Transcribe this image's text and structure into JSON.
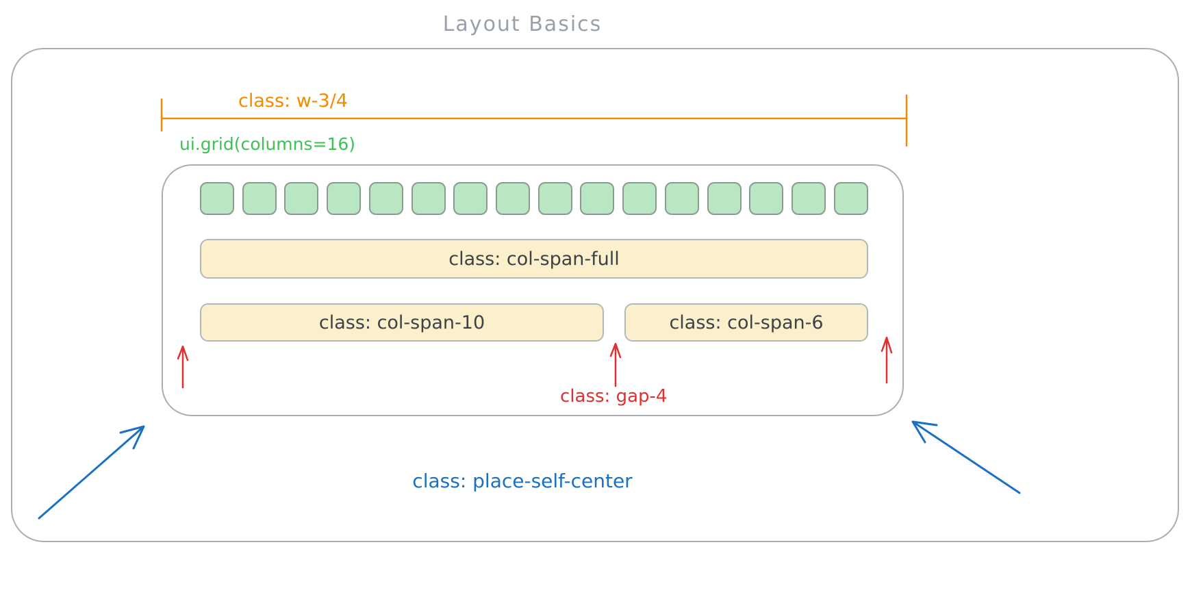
{
  "title": "Layout Basics",
  "colors": {
    "stroke_gray": "#a9aeb5",
    "title_gray": "#98a1ab",
    "orange": "#f08c00",
    "green": "#40c057",
    "red": "#e03131",
    "blue": "#1971c2",
    "cell_fill": "#b9e7c4",
    "block_fill": "#fcf0cc",
    "block_text": "#3b4248"
  },
  "annotations": {
    "width": {
      "label": "class: w-3/4"
    },
    "grid_call": {
      "label": "ui.grid(columns=16)"
    },
    "gap": {
      "label": "class: gap-4"
    },
    "place": {
      "label": "class: place-self-center"
    }
  },
  "grid": {
    "columns": 16,
    "blocks": [
      {
        "label": "class: col-span-full"
      },
      {
        "label": "class: col-span-10"
      },
      {
        "label": "class: col-span-6"
      }
    ]
  }
}
